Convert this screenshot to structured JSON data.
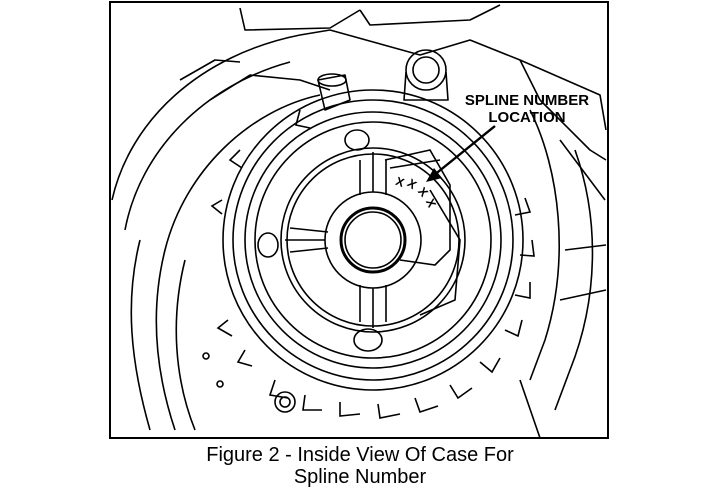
{
  "callout": {
    "line1": "SPLINE NUMBER",
    "line2": "LOCATION"
  },
  "stamp_marks": [
    "X",
    "X",
    "X",
    "X"
  ],
  "caption": {
    "line1": "Figure 2 - Inside View Of Case For",
    "line2": "Spline Number"
  },
  "colors": {
    "ink": "#000000",
    "background": "#ffffff"
  }
}
